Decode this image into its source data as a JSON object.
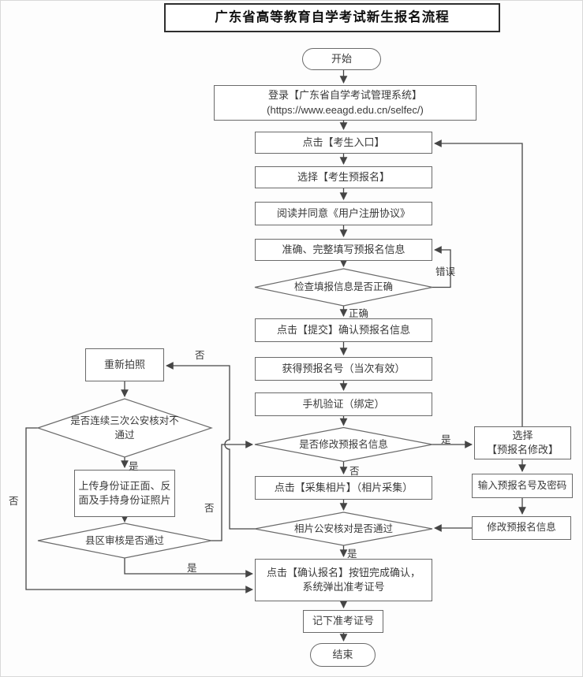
{
  "page": {
    "title": "广东省高等教育自学考试新生报名流程"
  },
  "nodes": {
    "start": "开始",
    "login": {
      "line1": "登录【广东省自学考试管理系统】",
      "line2": "(https://www.eeagd.edu.cn/selfec/)"
    },
    "entrance": "点击【考生入口】",
    "choose_prereg": "选择【考生预报名】",
    "agreement": "阅读并同意《用户注册协议》",
    "fill_info": "准确、完整填写预报名信息",
    "check_info": "检查填报信息是否正确",
    "submit": "点击【提交】确认预报名信息",
    "get_prereg_no": "获得预报名号（当次有效）",
    "phone_verify": "手机验证（绑定）",
    "modify_decision": "是否修改预报名信息",
    "collect_photo": "点击【采集相片】（相片采集）",
    "photo_check": "相片公安核对是否通过",
    "confirm": {
      "line1": "点击【确认报名】按钮完成确认，",
      "line2": "系统弹出准考证号"
    },
    "note_ticket": "记下准考证号",
    "end": "结束",
    "choose_modify": {
      "line1": "选择",
      "line2": "【预报名修改】"
    },
    "enter_no_pwd": "输入预报名号及密码",
    "modify_info": "修改预报名信息",
    "retake_photo": "重新拍照",
    "three_fail_decision": {
      "line1": "是否连续三次公安核对不",
      "line2": "通过"
    },
    "upload_id": {
      "line1": "上传身份证正面、反",
      "line2": "面及手持身份证照片"
    },
    "county_review": "县区审核是否通过"
  },
  "labels": {
    "yes": "是",
    "no": "否",
    "correct": "正确",
    "error": "错误"
  },
  "colors": {
    "line": "#454545",
    "border": "#6a6a6a",
    "text": "#3a3a3a"
  }
}
